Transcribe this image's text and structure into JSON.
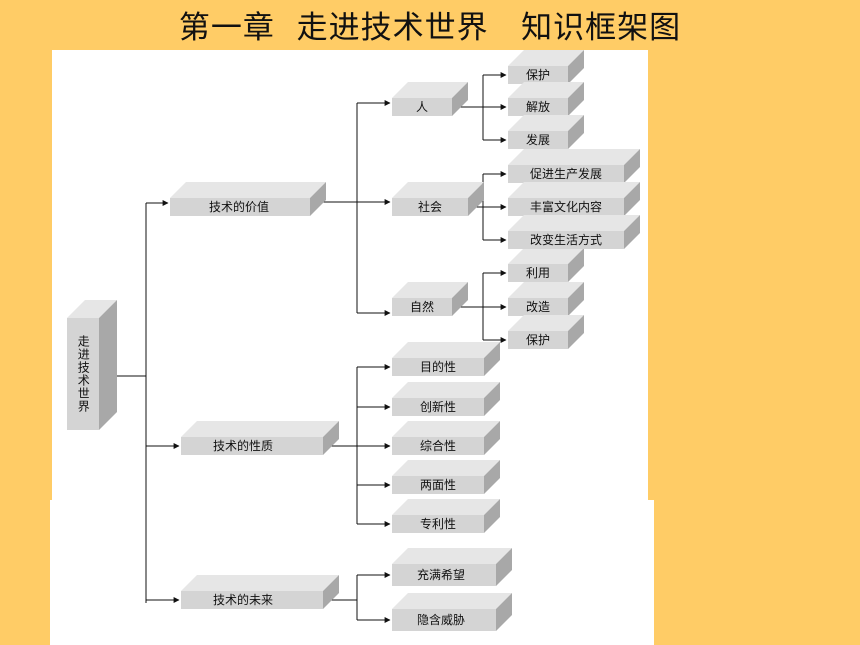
{
  "title": "第一章  走进技术世界   知识框架图",
  "colors": {
    "background": "#FFCC66",
    "panel": "#FFFFFF",
    "box_front": "#D4D4D4",
    "box_top": "#E6E6E6",
    "box_side": "#A8A8A8",
    "line": "#111111"
  },
  "diagram": {
    "root": "走进技术世界",
    "branches": {
      "value": {
        "label": "技术的价值",
        "groups": {
          "human": {
            "label": "人",
            "items": [
              "保护",
              "解放",
              "发展"
            ]
          },
          "society": {
            "label": "社会",
            "items": [
              "促进生产发展",
              "丰富文化内容",
              "改变生活方式"
            ]
          },
          "nature": {
            "label": "自然",
            "items": [
              "利用",
              "改造",
              "保护"
            ]
          }
        }
      },
      "nature_of_tech": {
        "label": "技术的性质",
        "items": [
          "目的性",
          "创新性",
          "综合性",
          "两面性",
          "专利性"
        ]
      },
      "future": {
        "label": "技术的未来",
        "items": [
          "充满希望",
          "隐含威胁"
        ]
      }
    }
  }
}
